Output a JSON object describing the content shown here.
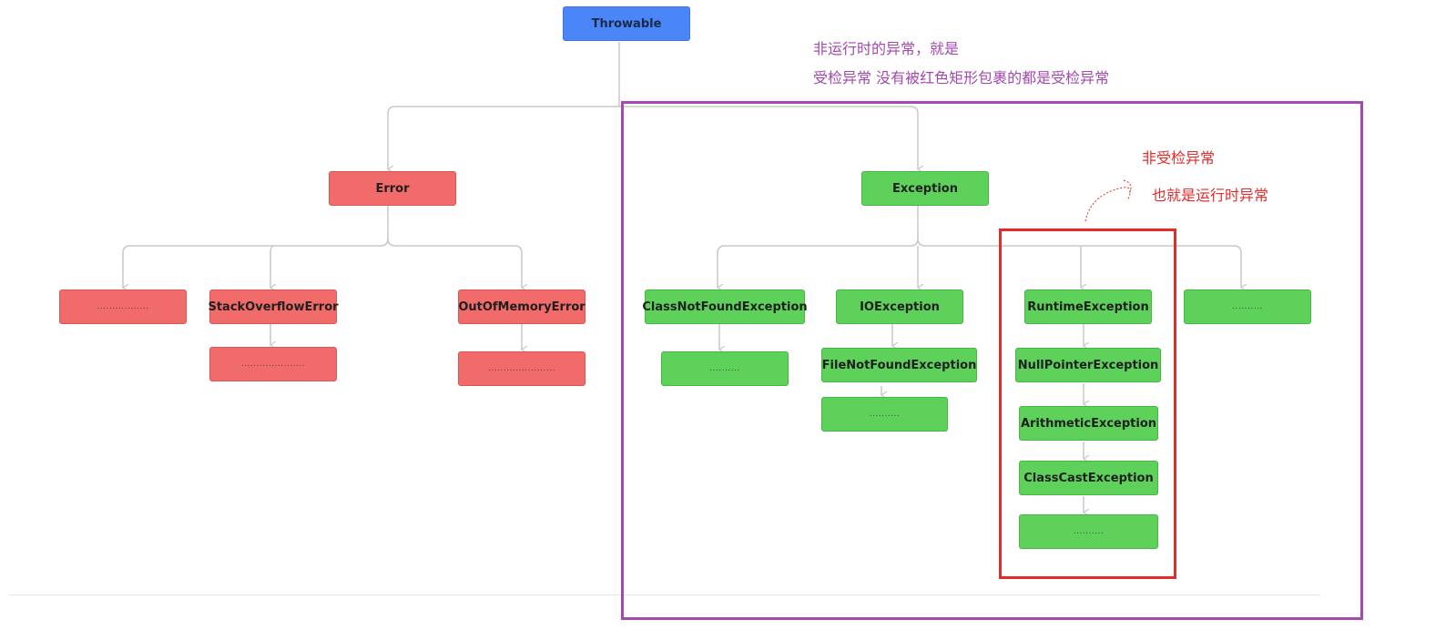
{
  "nodes": {
    "throwable": "Throwable",
    "error": "Error",
    "error_other": ".................",
    "stack_overflow": "StackOverflowError",
    "stack_overflow_child": ".....................",
    "out_of_memory": "OutOfMemoryError",
    "out_of_memory_child": "......................",
    "exception": "Exception",
    "class_not_found": "ClassNotFoundException",
    "class_not_found_child": "..........",
    "io_exception": "IOException",
    "file_not_found": "FileNotFoundException",
    "file_not_found_child": "..........",
    "runtime_exception": "RuntimeException",
    "null_pointer": "NullPointerException",
    "arithmetic": "ArithmeticException",
    "class_cast": "ClassCastException",
    "runtime_other": "..........",
    "exception_other": ".........."
  },
  "annotations": {
    "checked_line1": "非运行时的异常，就是",
    "checked_line2": "受检异常    没有被红色矩形包裹的都是受检异常",
    "unchecked_line1": "非受检异常",
    "unchecked_line2": "也就是运行时异常"
  },
  "colors": {
    "throwable": "#4a86f7",
    "error_nodes": "#f26b6b",
    "exception_nodes": "#5dd15a",
    "checked_frame": "#a349b0",
    "unchecked_frame": "#e52a2a",
    "connector": "#c8c8c8"
  }
}
